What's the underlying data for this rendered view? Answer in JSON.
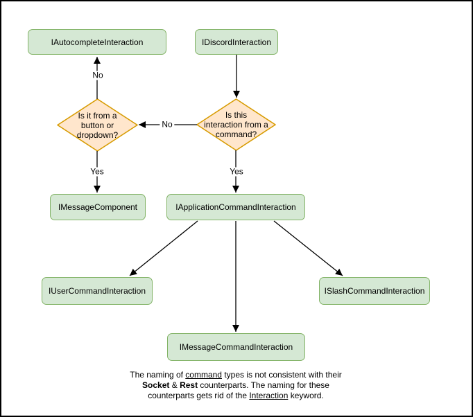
{
  "diagram": {
    "nodes": {
      "autocomplete": {
        "label": "IAutocompleteInteraction"
      },
      "discord": {
        "label": "IDiscordInteraction"
      },
      "message_component": {
        "label": "IMessageComponent"
      },
      "application_command": {
        "label": "IApplicationCommandInteraction"
      },
      "user_command": {
        "label": "IUserCommandInteraction"
      },
      "slash_command": {
        "label": "ISlashCommandInteraction"
      },
      "message_command": {
        "label": "IMessageCommandInteraction"
      }
    },
    "decisions": {
      "button_dropdown": {
        "lines": [
          "Is it from a",
          "button or",
          "dropdown?"
        ]
      },
      "from_command": {
        "lines": [
          "Is this",
          "interaction from a",
          "command?"
        ]
      }
    },
    "edge_labels": {
      "no_to_autocomplete": "No",
      "no_between_decisions": "No",
      "yes_to_message_component": "Yes",
      "yes_to_application_command": "Yes"
    },
    "note": {
      "lines": [
        {
          "segments": [
            {
              "text": "The naming of ",
              "style": "normal"
            },
            {
              "text": "command",
              "style": "underline"
            },
            {
              "text": " types is not consistent with their",
              "style": "normal"
            }
          ]
        },
        {
          "segments": [
            {
              "text": "Socket",
              "style": "bold"
            },
            {
              "text": " & ",
              "style": "normal"
            },
            {
              "text": "Rest",
              "style": "bold"
            },
            {
              "text": " counterparts. The naming for these",
              "style": "normal"
            }
          ]
        },
        {
          "segments": [
            {
              "text": "counterparts gets rid of the ",
              "style": "normal"
            },
            {
              "text": "Interaction",
              "style": "underline"
            },
            {
              "text": " keyword.",
              "style": "normal"
            }
          ]
        }
      ]
    },
    "colors": {
      "node_fill": "#d5e8d4",
      "node_border": "#82b366",
      "decision_fill": "#ffe6cc",
      "decision_border": "#d79b00",
      "edge": "#000000",
      "text": "#000000",
      "background": "#ffffff",
      "frame": "#000000"
    }
  }
}
